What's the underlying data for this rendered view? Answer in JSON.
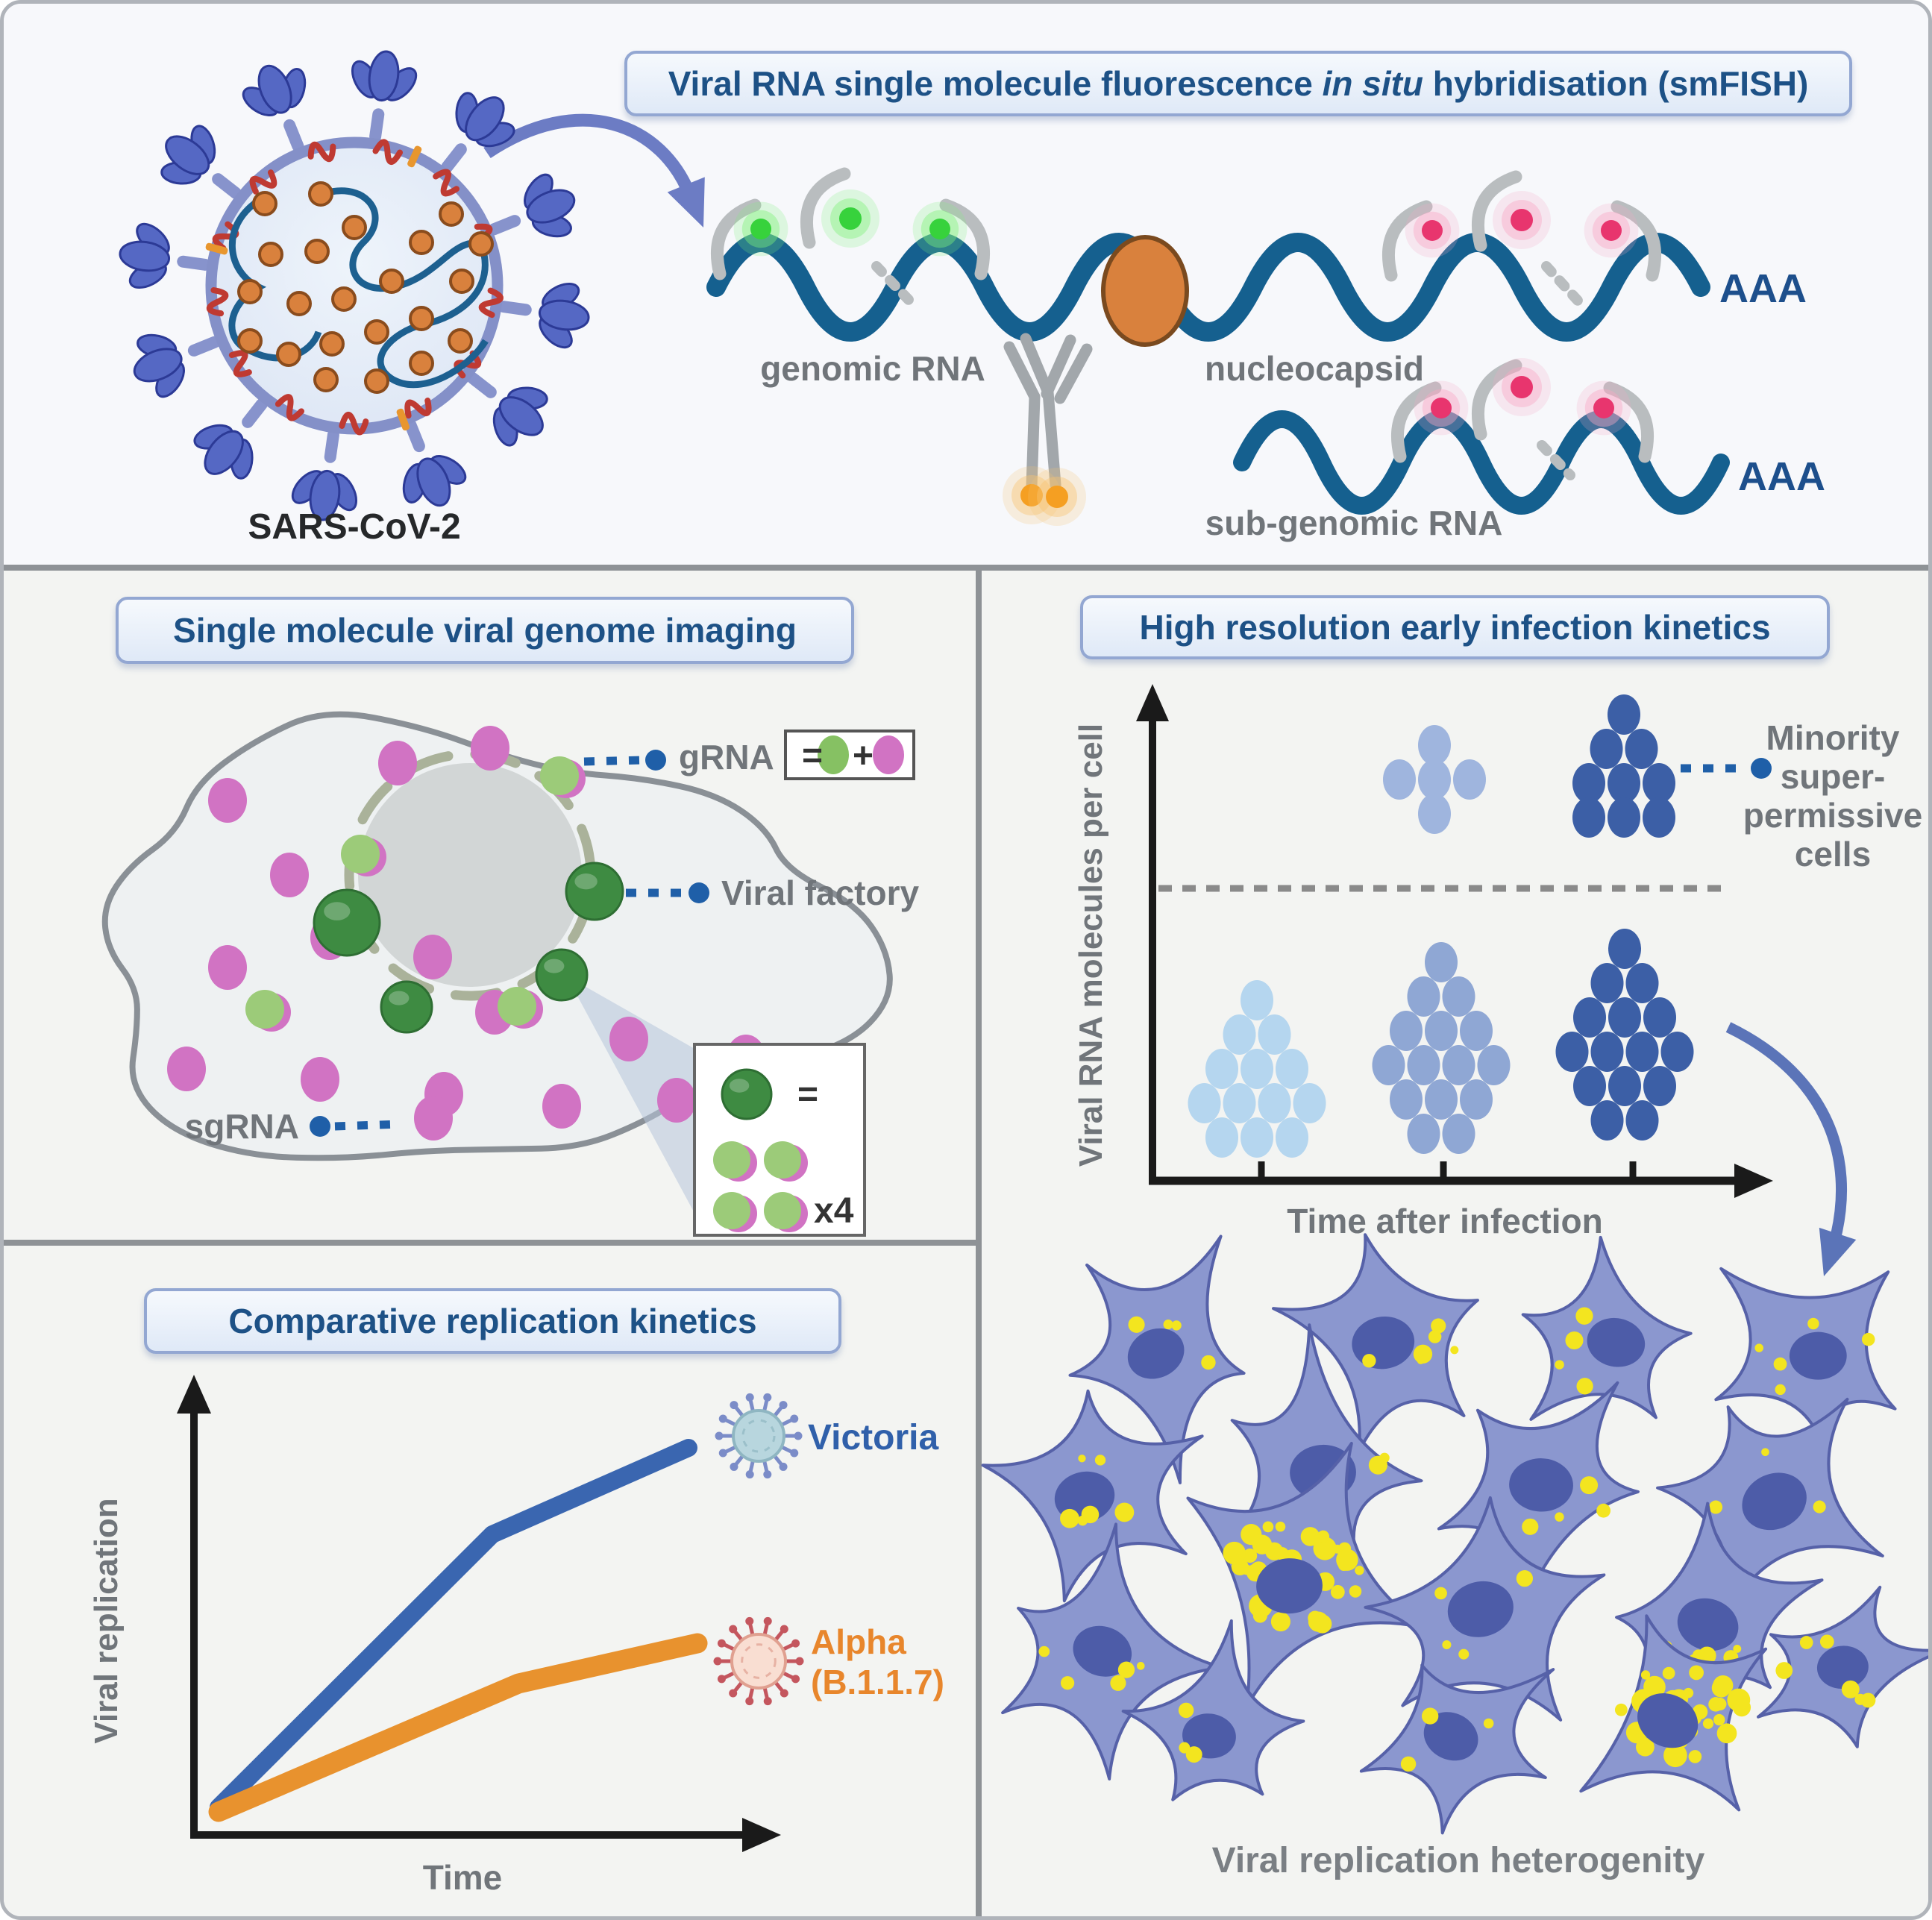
{
  "figure": {
    "smfish": {
      "title": {
        "pre": "Viral RNA single molecule fluorescence ",
        "italic": "in situ",
        "post": " hybridisation (smFISH)"
      },
      "virus_label": "SARS-CoV-2",
      "genomic_rna_label": "genomic RNA",
      "nucleocapsid_label": "nucleocapsid",
      "subgenomic_rna_label": "sub-genomic RNA",
      "genomic_polya": "AAA",
      "subgenomic_polya": "AAA"
    },
    "imaging": {
      "title": "Single molecule viral genome imaging",
      "grna_label": "gRNA",
      "grna_legend": {
        "equals": "=",
        "plus": "+"
      },
      "viral_factory_label": "Viral factory",
      "sgrna_label": "sgRNA",
      "factory_legend": {
        "equals": "=",
        "multiplier": "x4"
      }
    },
    "kinetics": {
      "title": "High resolution early infection kinetics",
      "ylabel": "Viral RNA molecules per cell",
      "xlabel": "Time after infection",
      "minority_lines": [
        "Minority",
        "super-",
        "permissive",
        "cells"
      ],
      "caption": "Viral replication heterogenity"
    },
    "comparative": {
      "title": "Comparative replication kinetics",
      "ylabel": "Viral replication",
      "xlabel": "Time",
      "victoria_label": "Victoria",
      "alpha_label": "Alpha",
      "alpha_sub": "(B.1.1.7)"
    }
  },
  "chart_data": [
    {
      "type": "line",
      "title": "Comparative replication kinetics",
      "xlabel": "Time",
      "ylabel": "Viral replication",
      "axes_quantitative": false,
      "series": [
        {
          "name": "Victoria",
          "color": "#3a66b0",
          "x": [
            0,
            0.55,
            1
          ],
          "y": [
            0.05,
            0.62,
            0.82
          ]
        },
        {
          "name": "Alpha (B.1.1.7)",
          "color": "#e8922e",
          "x": [
            0,
            0.6,
            1
          ],
          "y": [
            0.04,
            0.32,
            0.42
          ]
        }
      ]
    },
    {
      "type": "scatter",
      "title": "High resolution early infection kinetics",
      "xlabel": "Time after infection",
      "ylabel": "Viral RNA molecules per cell",
      "annotation": "Minority super-permissive cells lie above dashed threshold",
      "clusters": [
        {
          "time": 1,
          "population": "majority",
          "cells": 13,
          "level": "low"
        },
        {
          "time": 2,
          "population": "majority",
          "cells": 15,
          "level": "low"
        },
        {
          "time": 3,
          "population": "majority",
          "cells": 15,
          "level": "low"
        },
        {
          "time": 2,
          "population": "minority super-permissive",
          "cells": 5,
          "level": "high"
        },
        {
          "time": 3,
          "population": "minority super-permissive",
          "cells": 9,
          "level": "high"
        }
      ]
    }
  ],
  "colors": {
    "accent_navy": "#1d5186",
    "callout_blue": "#1f5fa8",
    "rna_blue": "#15608f",
    "probe_green": "#37d23c",
    "probe_red": "#e8356e",
    "grna_green": "#9ccb79",
    "sgrna_pink": "#d173c3",
    "factory_green": "#3e8b42",
    "nucleocapsid_orange": "#d9813d",
    "victoria_blue": "#3a66b0",
    "alpha_orange": "#e8922e",
    "cell_purple": "#8b97cf",
    "cell_outline": "#5661a8",
    "nucleus_blue": "#4d5ca8",
    "vesicle_yellow": "#f3e51f",
    "arrow_blue": "#6c7cc4",
    "cluster_light": "#b5d6ef",
    "cluster_mid": "#8fa7d4",
    "cluster_dark": "#3c5fa6",
    "cluster_mid2": "#9fb5de"
  }
}
